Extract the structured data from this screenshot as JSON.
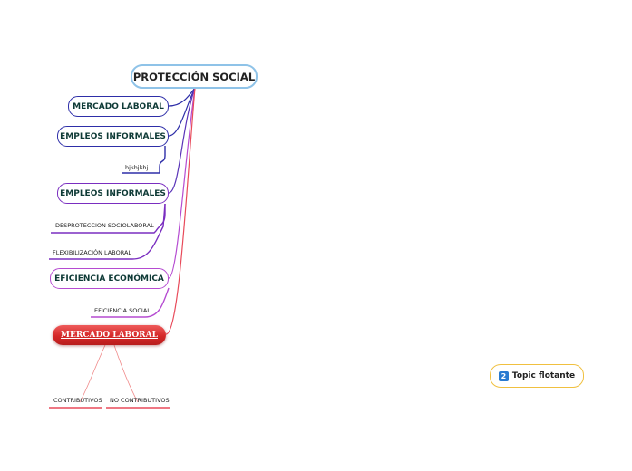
{
  "map": {
    "root": "PROTECCIÓN SOCIAL",
    "topics": {
      "mercado_laboral": "MERCADO LABORAL",
      "empleos_informales_1": "EMPLEOS INFORMALES",
      "empleos_informales_2": "EMPLEOS INFORMALES",
      "eficiencia_economica": "EFICIENCIA ECONÓMICA",
      "mercado_laboral_red": "MERCADO LABORAL"
    },
    "subtopics": {
      "hjkhjkhj": "hjkhjkhj",
      "desproteccion": "DESPROTECCION SOCIOLABORAL",
      "flexibilizacion": "FLEXIBILIZACIÓN LABORAL",
      "eficiencia_social": "EFICIENCIA SOCIAL",
      "contributivos": "CONTRIBUTIVOS",
      "no_contributivos": "NO CONTRIBUTIVOS"
    },
    "floating": {
      "badge": "2",
      "label": "Topic flotante"
    }
  },
  "colors": {
    "root_border": "#8fc3e8",
    "branch_blue": "#2e2ea8",
    "branch_purple": "#7a2ec0",
    "branch_violet": "#b54bd1",
    "branch_red": "#e03a3a",
    "floating_border": "#f0c040"
  },
  "icons": {
    "floating_badge": "number-badge-icon"
  }
}
